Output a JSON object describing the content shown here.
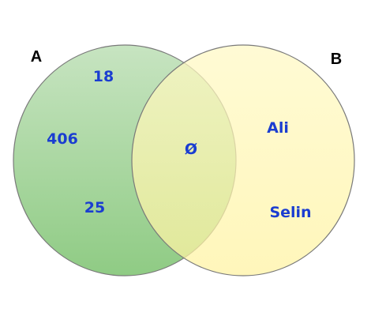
{
  "diagram": {
    "type": "venn",
    "sets": [
      {
        "id": "A",
        "label": "A",
        "color": "#8fcb84"
      },
      {
        "id": "B",
        "label": "B",
        "color": "#fffab4"
      }
    ],
    "only_a": [
      "18",
      "406",
      "25"
    ],
    "intersection": [
      "Ø"
    ],
    "only_b": [
      "Ali",
      "Selin"
    ],
    "text_color": "#1a3dd1"
  }
}
